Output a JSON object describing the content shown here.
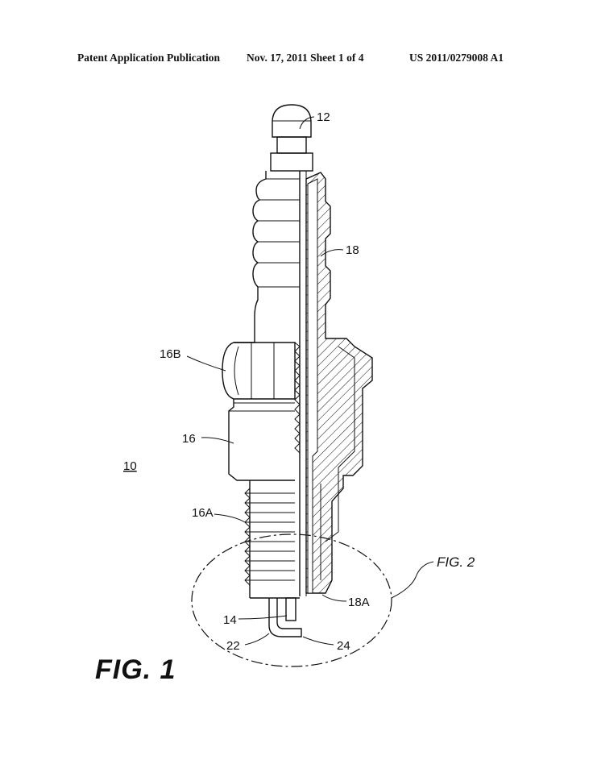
{
  "header": {
    "left": "Patent Application Publication",
    "middle": "Nov. 17, 2011   Sheet 1 of 4",
    "right": "US 2011/0279008 A1"
  },
  "labels": {
    "l12": "12",
    "l18": "18",
    "l16b": "16B",
    "l16": "16",
    "l10": "10",
    "l16a": "16A",
    "fig2": "FIG. 2",
    "l18a": "18A",
    "l14": "14",
    "l22": "22",
    "l24": "24"
  },
  "figure_title": "FIG. 1"
}
